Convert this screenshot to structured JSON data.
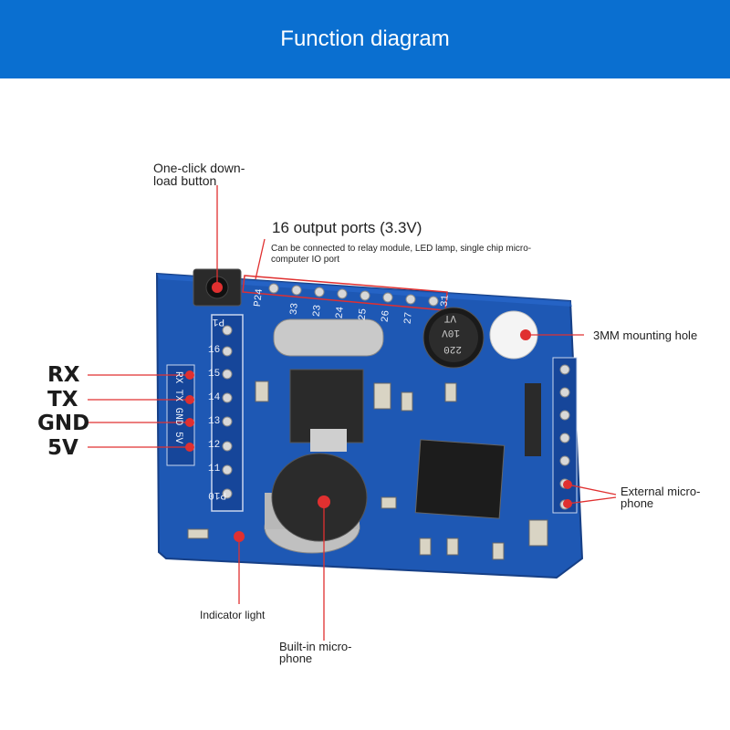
{
  "header": {
    "title": "Function diagram"
  },
  "colors": {
    "header_bg": "#0a6fd0",
    "board": "#1e58b4",
    "callout": "#e03030"
  },
  "labels": {
    "download_button": [
      "One-click down-",
      "load button"
    ],
    "output_ports_title": "16 output ports (3.3V)",
    "output_ports_desc": [
      "Can be connected to relay module, LED lamp, single chip micro-",
      "computer IO port"
    ],
    "mounting_hole": "3MM mounting hole",
    "external_mic": [
      "External micro-",
      "phone"
    ],
    "indicator": "Indicator light",
    "builtin_mic": [
      "Built-in micro-",
      "phone"
    ]
  },
  "pins": [
    "RX",
    "TX",
    "GND",
    "5V"
  ],
  "silkscreen": {
    "p1": "P1",
    "p10": "P10",
    "p24": "P24",
    "header_nums": [
      "16",
      "15",
      "14",
      "13",
      "12",
      "11"
    ],
    "top_nums": [
      "33",
      "23",
      "24",
      "25",
      "26",
      "27",
      "31"
    ],
    "serial": "RX TX GND 5V",
    "cap_value": [
      "220",
      "10V",
      "VT"
    ]
  }
}
